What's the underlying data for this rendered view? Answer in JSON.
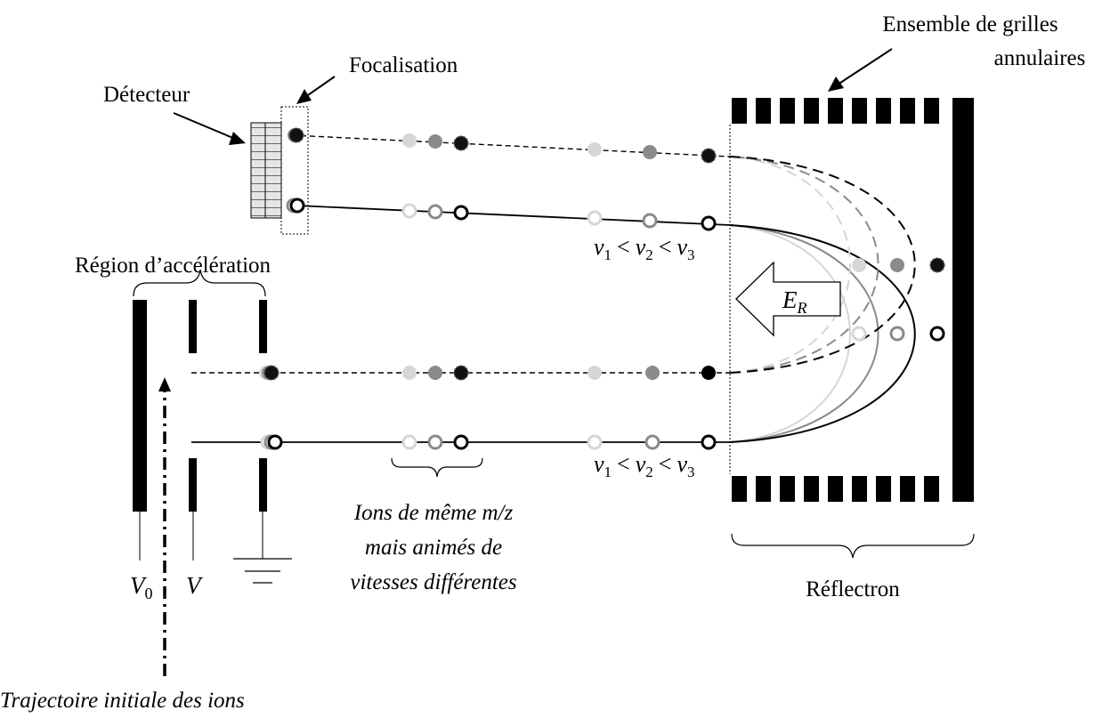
{
  "labels": {
    "ensemble_line1": "Ensemble de grilles",
    "ensemble_line2": "annulaires",
    "focalisation": "Focalisation",
    "detecteur": "Détecteur",
    "region_acceleration": "Région d’accélération",
    "ions_line1": "Ions de même m/z",
    "ions_line2": "mais animés de",
    "ions_line3": "vitesses différentes",
    "reflectron": "Réflectron",
    "trajectoire": "Trajectoire initiale des ions"
  },
  "math": {
    "v": "v",
    "sub1": "1",
    "sub2": "2",
    "sub3": "3",
    "lt": "<",
    "E": "E",
    "R": "R",
    "V": "V",
    "zero": "0"
  },
  "colors": {
    "slow": "#d6d6d6",
    "medium": "#8a8a8a",
    "fast": "#111111"
  }
}
